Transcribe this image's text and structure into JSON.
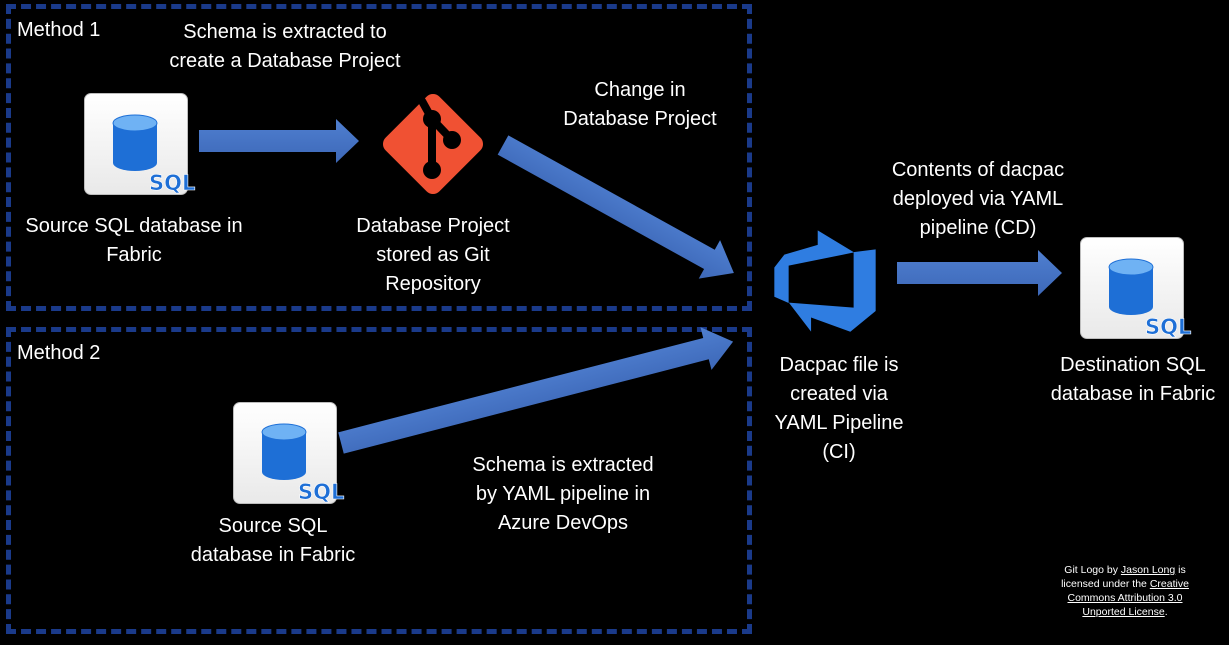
{
  "method1": {
    "title": "Method 1",
    "extract_label_1": "Schema is extracted to",
    "extract_label_2": "create a Database Project",
    "source_label_1": "Source SQL database in",
    "source_label_2": "Fabric",
    "source_icon_text": "SQL",
    "project_label_1": "Database Project",
    "project_label_2": "stored as Git",
    "project_label_3": "Repository",
    "change_label_1": "Change in",
    "change_label_2": "Database Project"
  },
  "method2": {
    "title": "Method 2",
    "source_label_1": "Source SQL",
    "source_label_2": "database in Fabric",
    "source_icon_text": "SQL",
    "extract_label_1": "Schema is extracted",
    "extract_label_2": "by YAML pipeline in",
    "extract_label_3": "Azure DevOps"
  },
  "pipeline": {
    "ci_label_1": "Dacpac file is",
    "ci_label_2": "created via",
    "ci_label_3": "YAML Pipeline",
    "ci_label_4": "(CI)",
    "cd_label_1": "Contents of dacpac",
    "cd_label_2": "deployed via YAML",
    "cd_label_3": "pipeline (CD)"
  },
  "destination": {
    "label_1": "Destination SQL",
    "label_2": "database in Fabric",
    "icon_text": "SQL"
  },
  "attribution": {
    "line1_a": "Git Logo by ",
    "line1_link": "Jason Long",
    "line1_b": " is",
    "line2_a": "licensed under the ",
    "line2_link": "Creative",
    "line3_link": "Commons Attribution 3.0",
    "line4_link": "Unported License",
    "line4_b": "."
  },
  "colors": {
    "background": "#000000",
    "dashed_border": "#1a3a8a",
    "arrow": "#4472c4",
    "git_logo": "#f05133",
    "azure_devops": "#2f7de1",
    "database_icon": "#1e6fd6"
  },
  "icons": {
    "database": "database-cylinder-icon",
    "git": "git-logo-icon",
    "pipeline": "azure-devops-icon"
  }
}
